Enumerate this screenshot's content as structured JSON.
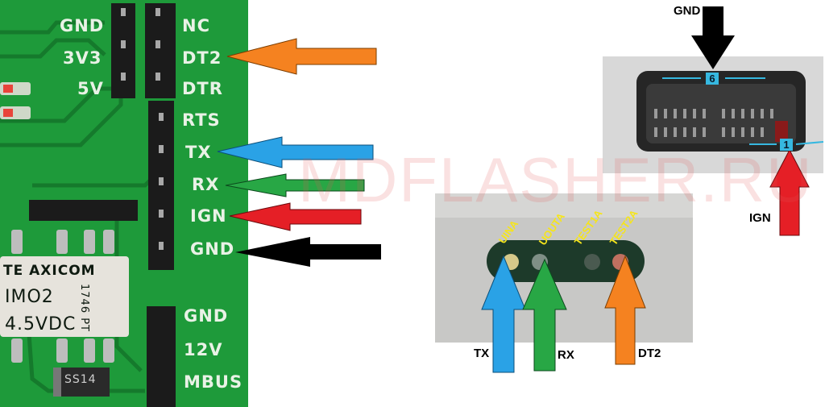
{
  "pcb_labels": {
    "gnd_top": "GND",
    "v33": "3V3",
    "v5": "5V",
    "nc": "NC",
    "dt2": "DT2",
    "dtr": "DTR",
    "rts": "RTS",
    "tx": "TX",
    "rx": "RX",
    "ign": "IGN",
    "gnd": "GND",
    "gnd_lower": "GND",
    "v12": "12V",
    "mbus": "MBUS"
  },
  "relay": {
    "line1": "TE AXICOM",
    "line2": "IMO2",
    "line3": "4.5VDC",
    "code": "1746 PT"
  },
  "diode": "SS14",
  "connector_photo": {
    "pads": [
      "UINA",
      "UOUTA",
      "TEST1A",
      "TEST2A"
    ],
    "arrow_labels": {
      "tx": "TX",
      "rx": "RX",
      "dt2": "DT2"
    }
  },
  "plug_photo": {
    "pin6": "6",
    "pin1": "1",
    "gnd_label": "GND",
    "ign_label": "IGN"
  },
  "watermark": "MDFLASHER.RU",
  "colors": {
    "orange": "#f58220",
    "blue": "#2aa2e6",
    "green": "#28a745",
    "red": "#e51f26",
    "black": "#000000",
    "pcb_green": "#1e9a3a",
    "label_yellow": "#f5e51c"
  }
}
